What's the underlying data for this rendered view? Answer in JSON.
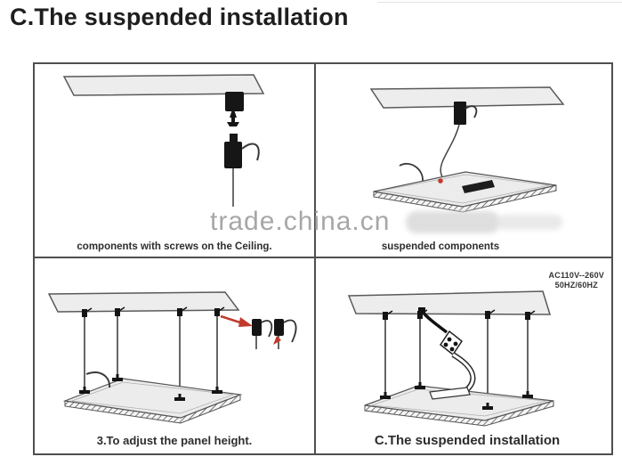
{
  "header": {
    "title": "C.The suspended installation"
  },
  "watermark": {
    "text": "trade.china.cn",
    "color": "#a0a0a0"
  },
  "quadrants": [
    {
      "name": "components-with-screws",
      "caption": "components with screws on the Ceiling."
    },
    {
      "name": "suspended-components",
      "caption": "suspended components"
    },
    {
      "name": "adjust-panel-height",
      "caption": "3.To adjust the panel height."
    },
    {
      "name": "suspended-installation",
      "caption": "C.The suspended installation",
      "power_spec": {
        "voltage": "AC110V--260V",
        "frequency": "50HZ/60HZ"
      }
    }
  ],
  "colors": {
    "outline": "#4f4f4f",
    "line_art": "#3a3a3a",
    "panel_fill": "#ededed",
    "accent_red": "#c0392b",
    "watermark_gray": "#a0a0a0"
  }
}
